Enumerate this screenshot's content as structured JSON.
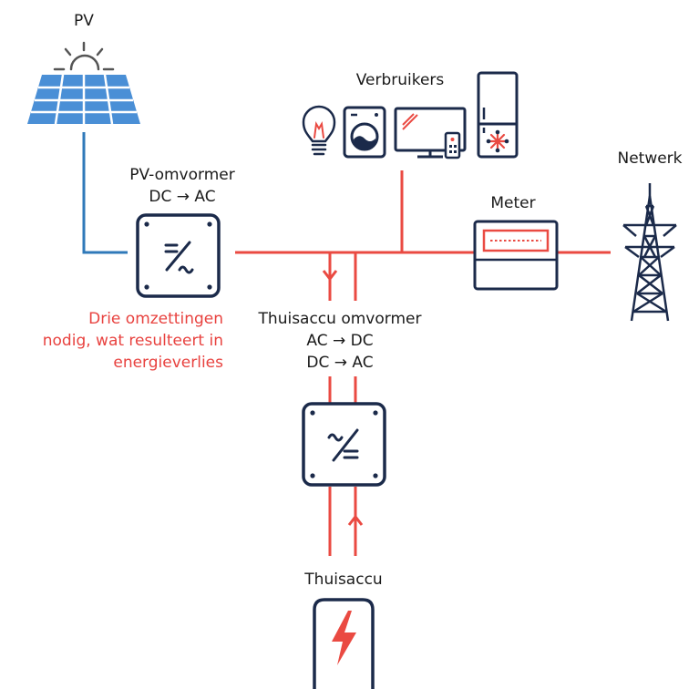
{
  "labels": {
    "pv": "PV",
    "consumers": "Verbruikers",
    "grid": "Netwerk",
    "pv_inverter_title": "PV-omvormer",
    "pv_inverter_conversion": "DC → AC",
    "meter": "Meter",
    "battery_inverter_title": "Thuisaccu omvormer",
    "battery_inverter_conversion_1": "AC → DC",
    "battery_inverter_conversion_2": "DC → AC",
    "battery": "Thuisaccu",
    "warning_line_1": "Drie omzettingen",
    "warning_line_2": "nodig, wat resulteert in",
    "warning_line_3": "energieverlies"
  },
  "icons": {
    "pv_panel": "solar-panel-icon",
    "sun": "sun-icon",
    "bulb": "light-bulb-icon",
    "washer": "washing-machine-icon",
    "tv": "television-icon",
    "remote": "remote-control-icon",
    "fridge": "refrigerator-icon",
    "pylon": "power-pylon-icon",
    "meter": "electricity-meter-icon",
    "pv_inverter": "dc-ac-inverter-icon",
    "battery_inverter": "ac-dc-inverter-icon",
    "battery": "battery-lightning-icon"
  },
  "colors": {
    "ac_line": "#ea4a42",
    "dc_line": "#2f79b9",
    "outline": "#1b2a4a",
    "panel": "#4a8fd6",
    "panel_grid": "#ffffff",
    "warning_text": "#e8423f",
    "text": "#1a1a1a"
  }
}
